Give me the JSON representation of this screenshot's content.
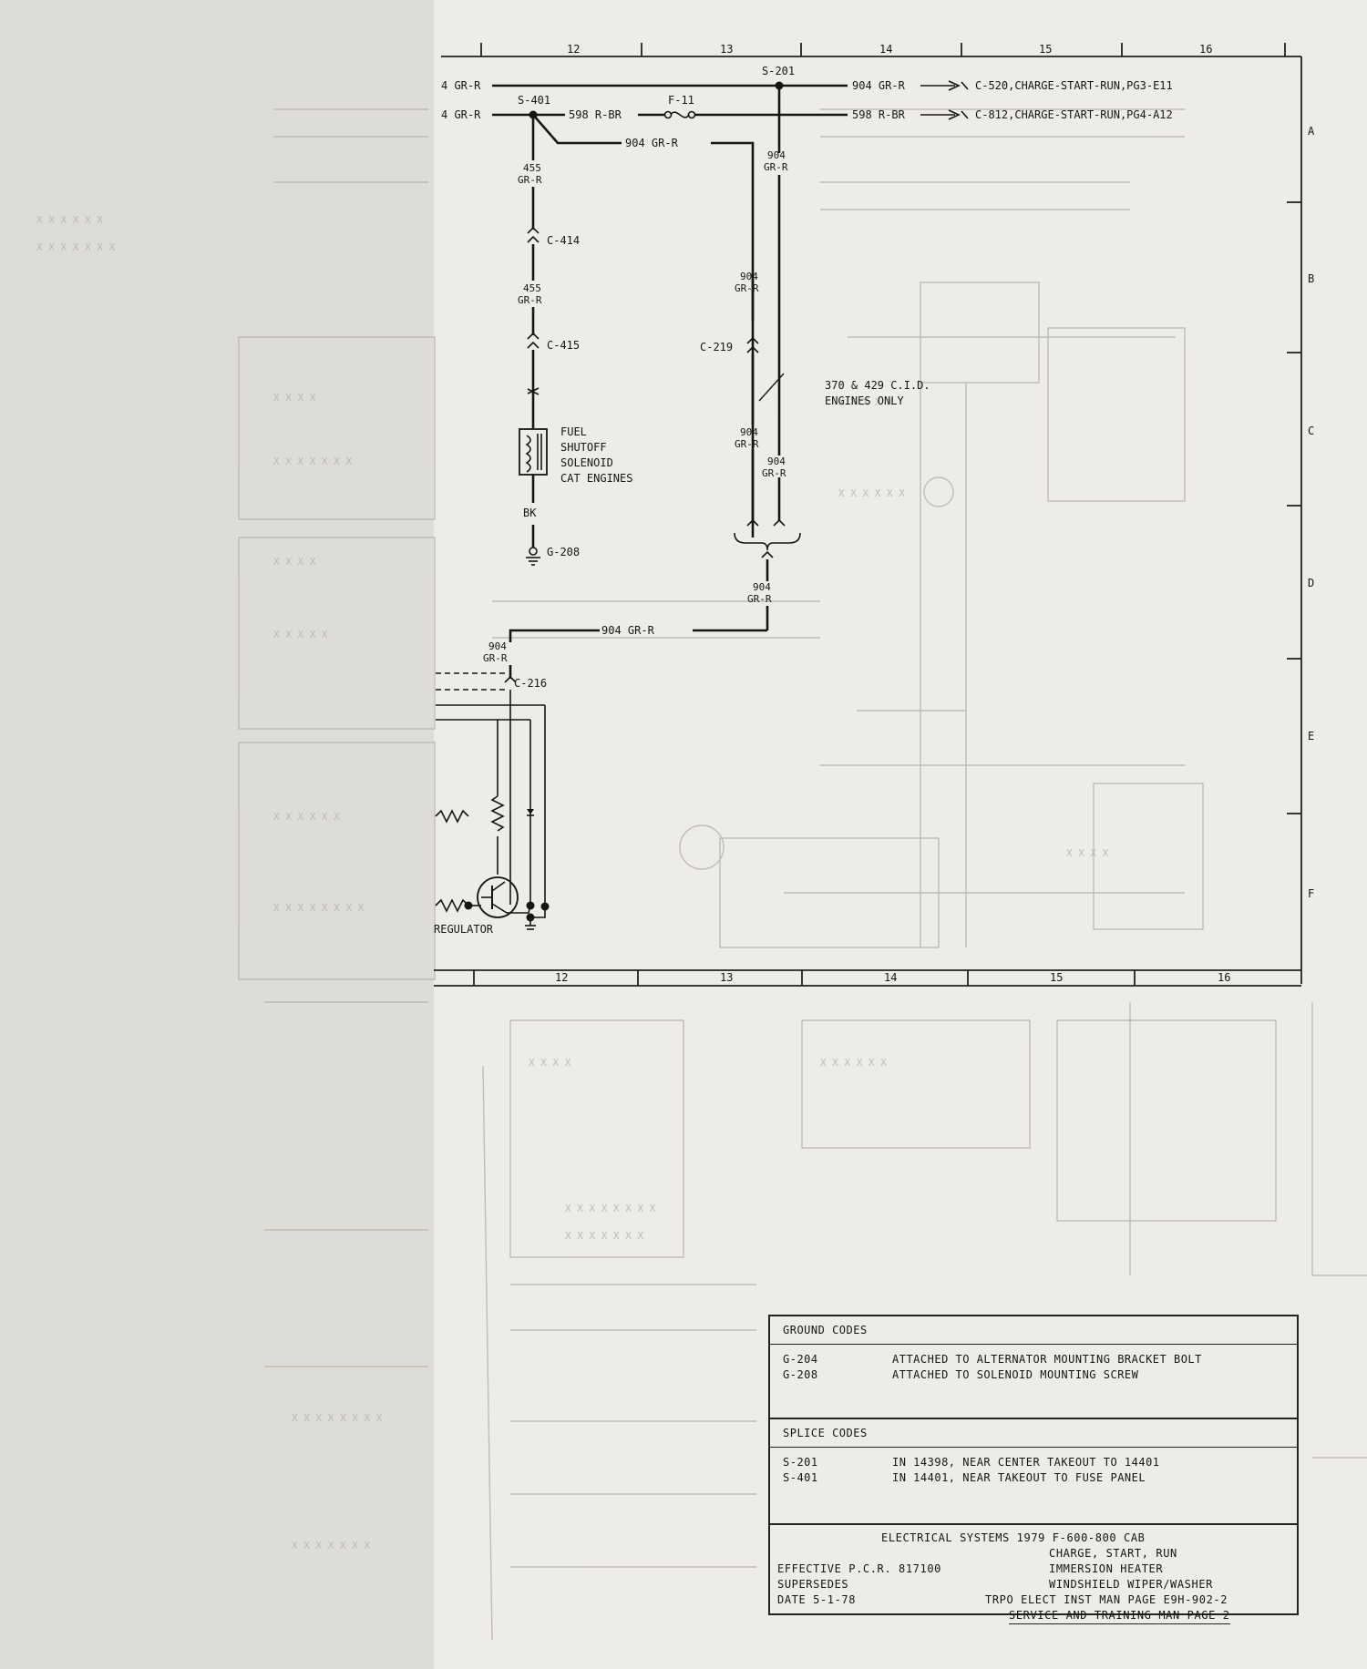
{
  "grid": {
    "top_columns": [
      "12",
      "13",
      "14",
      "15",
      "16"
    ],
    "bottom_columns": [
      "12",
      "13",
      "14",
      "15",
      "16"
    ],
    "rows": [
      "A",
      "B",
      "C",
      "D",
      "E",
      "F"
    ]
  },
  "connectors": {
    "wire_left_top": "4 GR-R",
    "wire_left_second": "4 GR-R",
    "s201": "S-201",
    "s401": "S-401",
    "f11": "F-11",
    "w598_left": "598 R-BR",
    "w904_top": "904 GR-R",
    "w598_right": "598 R-BR",
    "dest_c520": "C-520,CHARGE-START-RUN,PG3-E11",
    "dest_c812": "C-812,CHARGE-START-RUN,PG4-A12",
    "w904_diag": "904 GR-R",
    "w455_a": "455",
    "w455_a2": "GR-R",
    "c414": "C-414",
    "w455_b": "455",
    "w455_b2": "GR-R",
    "c415": "C-415",
    "w904_v1a": "904",
    "w904_v1b": "GR-R",
    "w904_v2a": "904",
    "w904_v2b": "GR-R",
    "c219": "C-219",
    "engine_note1": "370 & 429 C.I.D.",
    "engine_note2": "ENGINES ONLY",
    "w904_v3a": "904",
    "w904_v3b": "GR-R",
    "w904_v4a": "904",
    "w904_v4b": "GR-R",
    "solenoid1": "FUEL",
    "solenoid2": "SHUTOFF",
    "solenoid3": "SOLENOID",
    "solenoid4": "CAT ENGINES",
    "bk": "BK",
    "g208": "G-208",
    "w904_v5a": "904",
    "w904_v5b": "GR-R",
    "w904_h": "904 GR-R",
    "w904_v6a": "904",
    "w904_v6b": "GR-R",
    "c216": "C-216",
    "regulator": "REGULATOR"
  },
  "ground_codes": {
    "heading": "GROUND CODES",
    "rows": [
      {
        "code": "G-204",
        "desc": "ATTACHED TO ALTERNATOR MOUNTING BRACKET BOLT"
      },
      {
        "code": "G-208",
        "desc": "ATTACHED TO SOLENOID MOUNTING SCREW"
      }
    ]
  },
  "splice_codes": {
    "heading": "SPLICE CODES",
    "rows": [
      {
        "code": "S-201",
        "desc": "IN 14398, NEAR CENTER TAKEOUT TO 14401"
      },
      {
        "code": "S-401",
        "desc": "IN 14401, NEAR TAKEOUT TO FUSE PANEL"
      }
    ]
  },
  "title_block": {
    "line1": "ELECTRICAL SYSTEMS 1979 F-600-800 CAB",
    "line2": "CHARGE, START, RUN",
    "line3": "IMMERSION HEATER",
    "line4": "WINDSHIELD WIPER/WASHER",
    "line5": "TRPO ELECT INST MAN PAGE E9H-902-2",
    "line6": "SERVICE AND TRAINING MAN PAGE 2",
    "effective": "EFFECTIVE P.C.R. 817100",
    "supersedes": "SUPERSEDES",
    "date": "DATE 5-1-78"
  }
}
